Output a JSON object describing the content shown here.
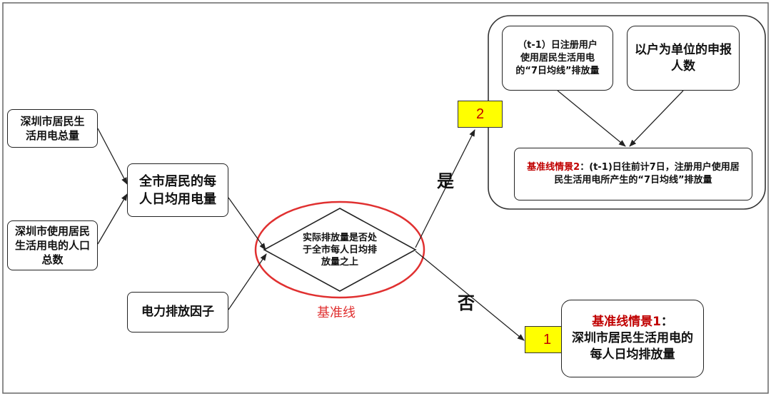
{
  "nodes": {
    "total_power": "深圳市居民生活用电总量",
    "population": "深圳市使用居民生活用电的人口总数",
    "per_capita": "全市居民的每人日均用电量",
    "emission_factor": "电力排放因子",
    "decision": "实际排放量是否处于全市每人日均排放量之上",
    "baseline_label": "基准线",
    "registered_avg": "（t-1）日注册用户使用居民生活用电的“7日均线”排放量",
    "household_count": "以户为单位的申报人数",
    "scenario2_title": "基准线情景2",
    "scenario2_body": "：(t-1)日往前计7日，注册用户使用居民生活用电所产生的“7日均线”排放量",
    "scenario1_title": "基准线情景1",
    "scenario1_colon": "：",
    "scenario1_body": "深圳市居民生活用电的每人日均排放量"
  },
  "labels": {
    "yes": "是",
    "no": "否"
  },
  "badges": {
    "two": "2",
    "one": "1"
  },
  "colors": {
    "accent_red": "#c00000",
    "ellipse_red": "#e03030",
    "badge_yellow": "#ffff00"
  }
}
